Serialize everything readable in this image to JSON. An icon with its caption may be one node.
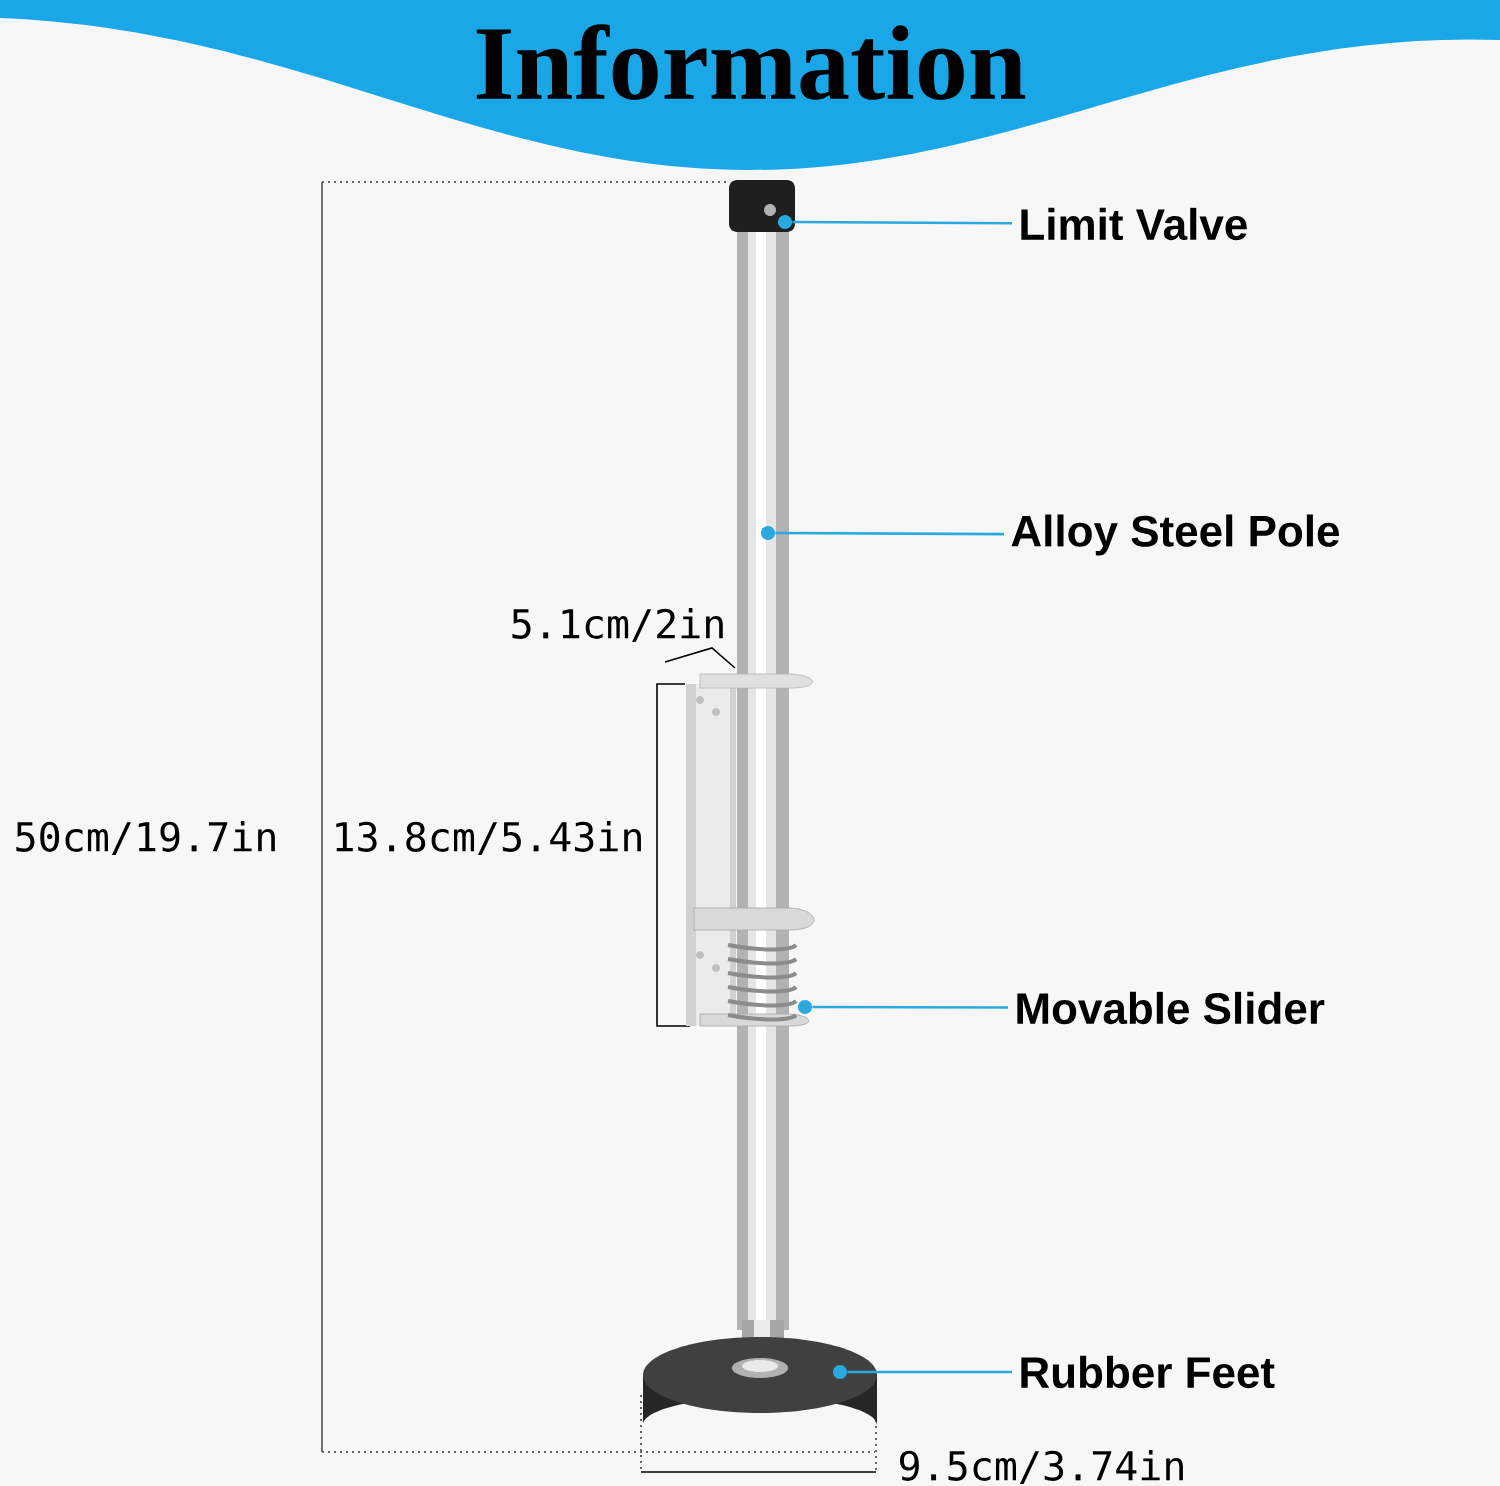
{
  "diagram": {
    "title": "Information",
    "nodes": [
      {
        "text": [
          "Limit Valve"
        ]
      },
      {
        "text": [],
        "shape": "circle"
      },
      {
        "text": [
          "Alloy Steel Pole"
        ]
      },
      {
        "text": [],
        "shape": "circle"
      },
      {
        "text": [
          "Movable Slider"
        ]
      },
      {
        "text": [],
        "shape": "circle"
      },
      {
        "text": [
          "Rubber Feet"
        ]
      },
      {
        "text": [],
        "shape": "circle"
      }
    ],
    "edges": [
      {
        "from": 0,
        "to": 1,
        "arrow": "none"
      },
      {
        "from": 2,
        "to": 3,
        "arrow": "none"
      },
      {
        "from": 4,
        "to": 5,
        "arrow": "none"
      },
      {
        "from": 6,
        "to": 7,
        "arrow": "none"
      }
    ],
    "labels": [
      "5.1cm/2in",
      "50cm/19.7in",
      "13.8cm/5.43in",
      "9.5cm/3.74in"
    ]
  }
}
